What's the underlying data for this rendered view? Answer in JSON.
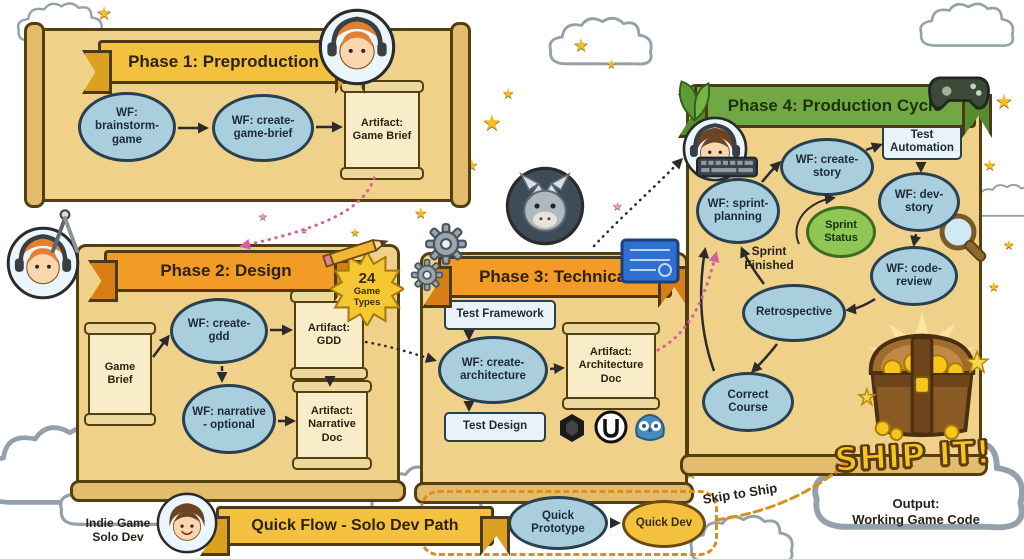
{
  "phase1": {
    "title": "Phase 1: Preproduction",
    "wf_brainstorm": "WF: brainstorm-game",
    "wf_create_brief": "WF: create-game-brief",
    "artifact_brief": "Artifact: Game Brief"
  },
  "phase2": {
    "title": "Phase 2: Design",
    "badge_number": "24",
    "badge_label": "Game Types",
    "game_brief": "Game Brief",
    "wf_create_gdd": "WF: create-gdd",
    "artifact_gdd": "Artifact: GDD",
    "wf_narrative": "WF: narrative - optional",
    "artifact_narrative": "Artifact: Narrative Doc"
  },
  "phase3": {
    "title": "Phase 3: Technical",
    "test_framework": "Test Framework",
    "wf_architecture": "WF: create-architecture",
    "artifact_architecture": "Artifact: Architecture Doc",
    "test_design": "Test Design"
  },
  "phase4": {
    "title": "Phase 4: Production Cycle",
    "wf_sprint_planning": "WF: sprint-planning",
    "wf_create_story": "WF: create-story",
    "test_automation": "Test Automation",
    "wf_dev_story": "WF: dev-story",
    "sprint_status": "Sprint Status",
    "wf_code_review": "WF: code-review",
    "sprint_finished": "Sprint Finished",
    "retrospective": "Retrospective",
    "correct_course": "Correct Course"
  },
  "quick_flow": {
    "banner": "Quick Flow - Solo Dev Path",
    "solo_dev_line1": "Indie Game",
    "solo_dev_line2": "Solo Dev",
    "quick_prototype": "Quick Prototype",
    "quick_dev": "Quick Dev",
    "skip_to_ship": "Skip to Ship"
  },
  "output": {
    "ship_it": "SHIP IT!",
    "line1": "Output:",
    "line2": "Working Game Code"
  },
  "colors": {
    "parchment": "#f0d189",
    "banner_yellow": "#f3c13d",
    "banner_orange": "#f39b27",
    "banner_green": "#72a844",
    "node_blue": "#a9cede",
    "node_green": "#90c653",
    "quick_dev_yellow": "#f3c13d",
    "ship_gold": "#f6c61c",
    "trail_pink": "#d45fa2",
    "skip_orange": "#d98f1f"
  }
}
